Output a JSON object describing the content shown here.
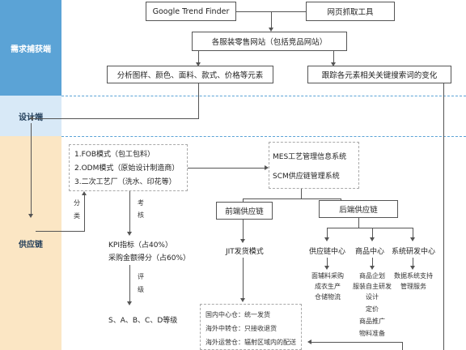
{
  "lanes": {
    "demand": "需求捕获端",
    "design": "设计端",
    "supply": "供应链"
  },
  "nodes": {
    "google_trend": "Google Trend Finder",
    "web_scraper": "网页抓取工具",
    "retail_sites": "各服装零售网站（包括竞品网站）",
    "analyze_elements": "分析图样、颜色、面料、款式、价格等元素",
    "track_keywords": "跟踪各元素相关关键搜索词的变化",
    "fob": "1.FOB模式（包工包料）",
    "odm": "2.ODM模式（原始设计制造商）",
    "secondary_factory": "3.二次工艺厂（洗水、印花等）",
    "mes": "MES工艺管理信息系统",
    "scm": "SCM供应链管理系统",
    "front_supply": "前端供应链",
    "back_supply": "后端供应链",
    "jit": "JIT发货模式",
    "supply_center": "供应链中心",
    "product_center": "商品中心",
    "rnd_center": "系统研发中心",
    "supply_center_items": [
      "面辅料采购",
      "成衣生产",
      "仓储物流"
    ],
    "product_center_items": [
      "商品企划",
      "服装自主研发",
      "设计",
      "定价",
      "商品推广",
      "物料准备"
    ],
    "rnd_center_items": [
      "数据系统支持",
      "管理服务"
    ],
    "kpi": "KPI指标（占40%）",
    "purchase_score": "采购金额得分（占60%）",
    "grades": "S、A、B、C、D等级",
    "warehouse_domestic": "国内中心仓：统一发货",
    "warehouse_transit": "海外中转仓：只接收退货",
    "warehouse_ops": "海外运营仓：辐射区域内的配送"
  },
  "labels": {
    "classify_1": "分",
    "classify_2": "类",
    "assess_1": "考",
    "assess_2": "核",
    "rating_1": "评",
    "rating_2": "级"
  }
}
